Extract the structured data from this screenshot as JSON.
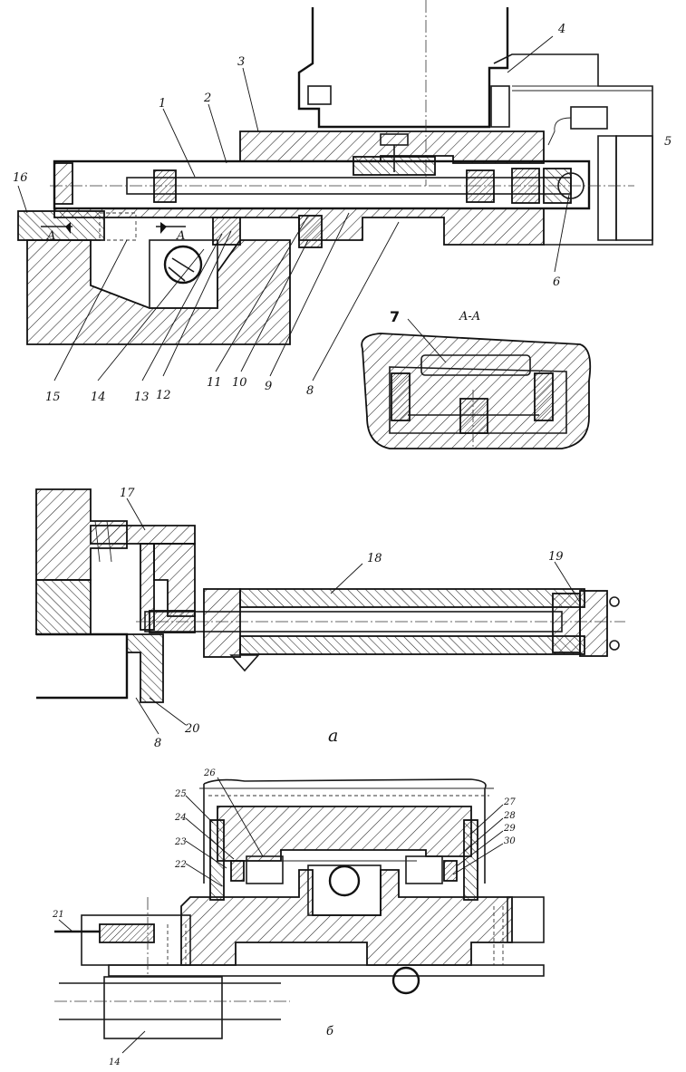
{
  "labels_a": {
    "n1": "1",
    "n2": "2",
    "n3": "3",
    "n4": "4",
    "n5": "5",
    "n6": "6",
    "n8": "8",
    "n9": "9",
    "n10": "10",
    "n11": "11",
    "n12": "12",
    "n13": "13",
    "n14": "14",
    "n15": "15",
    "n16": "16"
  },
  "section_aa": {
    "title": "A-A",
    "n7": "7",
    "marker": "A"
  },
  "labels_cyl": {
    "n17": "17",
    "n18": "18",
    "n19": "19",
    "n8": "8",
    "n20": "20"
  },
  "caption_a": "a",
  "labels_b": {
    "n14": "14",
    "n21": "21",
    "n22": "22",
    "n23": "23",
    "n24": "24",
    "n25": "25",
    "n26": "26",
    "n27": "27",
    "n28": "28",
    "n29": "29",
    "n30": "30"
  },
  "caption_b": "б"
}
